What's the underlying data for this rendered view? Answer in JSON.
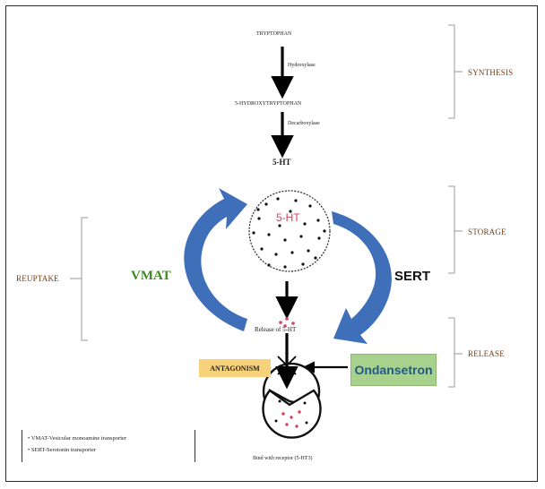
{
  "pathway": {
    "tryptophan": "TRYPTOPHAN",
    "hydroxylase": "Hydroxylase",
    "hydroxytryptophan": "5-HYDROXYTRYPTOPHAN",
    "decarboxylase": "Decarboxylase",
    "serotonin": "5-HT"
  },
  "stages": {
    "synthesis": "SYNTHESIS",
    "storage": "STORAGE",
    "release": "RELEASE",
    "reuptake": "REUPTAKE"
  },
  "vesicle_label": "5-HT",
  "transporters": {
    "vmat": "VMAT",
    "sert": "SERT"
  },
  "release_label": "Release of 5-HT",
  "antagonism_label": "ANTAGONISM",
  "drug_label": "Ondansetron",
  "receptor_label": "Bind with receptor (5-HT3)",
  "legend": {
    "items": [
      "VMAT-Vesicular monoamine transporter",
      "SERT-Serotonin transporter"
    ]
  },
  "colors": {
    "curved_arrow": "#3e6fb8",
    "vmat_text": "#3e8a22",
    "drug_box": "#a9d18e",
    "antagonism_box": "#f7d27a",
    "stage_text": "#7a3b10",
    "dots_red": "#d0455f"
  }
}
